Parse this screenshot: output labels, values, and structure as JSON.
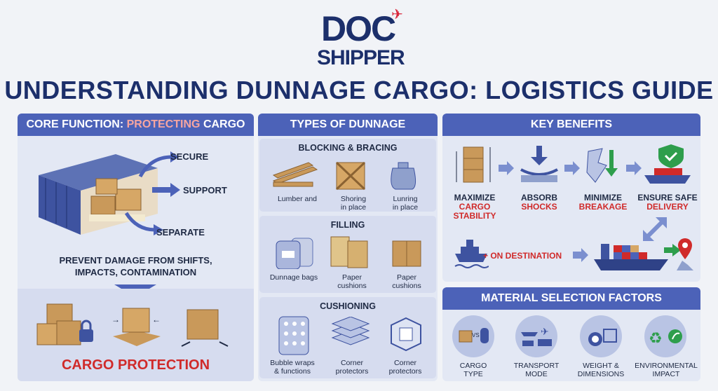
{
  "logo": {
    "line1": "DOC",
    "line2": "SHIPPER"
  },
  "title": "UNDERSTANDING DUNNAGE CARGO: LOGISTICS GUIDE",
  "core": {
    "header_pre": "CORE FUNCTION: ",
    "header_accent": "PROTECTING",
    "header_post": " CARGO",
    "secure": "SECURE",
    "support": "SUPPORT",
    "separate": "SEPARATE",
    "prevent_l1": "PREVENT DAMAGE FROM SHIFTS,",
    "prevent_l2": "IMPACTS, CONTAMINATION",
    "protection": "CARGO PROTECTION"
  },
  "types": {
    "header": "TYPES OF DUNNAGE",
    "blocking": {
      "title": "BLOCKING & BRACING",
      "items": [
        "Lumber and",
        "Shoring\nin place",
        "Lunring\nin place"
      ]
    },
    "filling": {
      "title": "FILLING",
      "items": [
        "Dunnage bags",
        "Paper\ncushions",
        "Paper\ncushions"
      ]
    },
    "cushioning": {
      "title": "CUSHIONING",
      "items": [
        "Bubble wraps\n& functions",
        "Corner\nprotectors",
        "Corner\nprotectors"
      ]
    }
  },
  "benefits": {
    "header": "KEY BENEFITS",
    "items": [
      {
        "l1": "MAXIMIZE",
        "l2": "CARGO",
        "l3": "STABILITY"
      },
      {
        "l1": "ABSORB",
        "l2": "SHOCKS",
        "l3": ""
      },
      {
        "l1": "MINIMIZE",
        "l2": "BREAKAGE",
        "l3": ""
      },
      {
        "l1": "ENSURE SAFE",
        "l2": "DELIVERY",
        "l3": ""
      }
    ],
    "destination": "+ ON DESTINATION"
  },
  "material": {
    "header": "MATERIAL SELECTION FACTORS",
    "vs": "VS",
    "items": [
      {
        "l1": "CARGO",
        "l2": "TYPE"
      },
      {
        "l1": "TRANSPORT",
        "l2": "MODE"
      },
      {
        "l1": "WEIGHT &",
        "l2": "DIMENSIONS"
      },
      {
        "l1": "ENVIRONMENTAL",
        "l2": "IMPACT"
      }
    ]
  },
  "colors": {
    "navy": "#1c2f6b",
    "header": "#4c62b8",
    "accent_red": "#d02a2a",
    "box": "#c9995a"
  }
}
